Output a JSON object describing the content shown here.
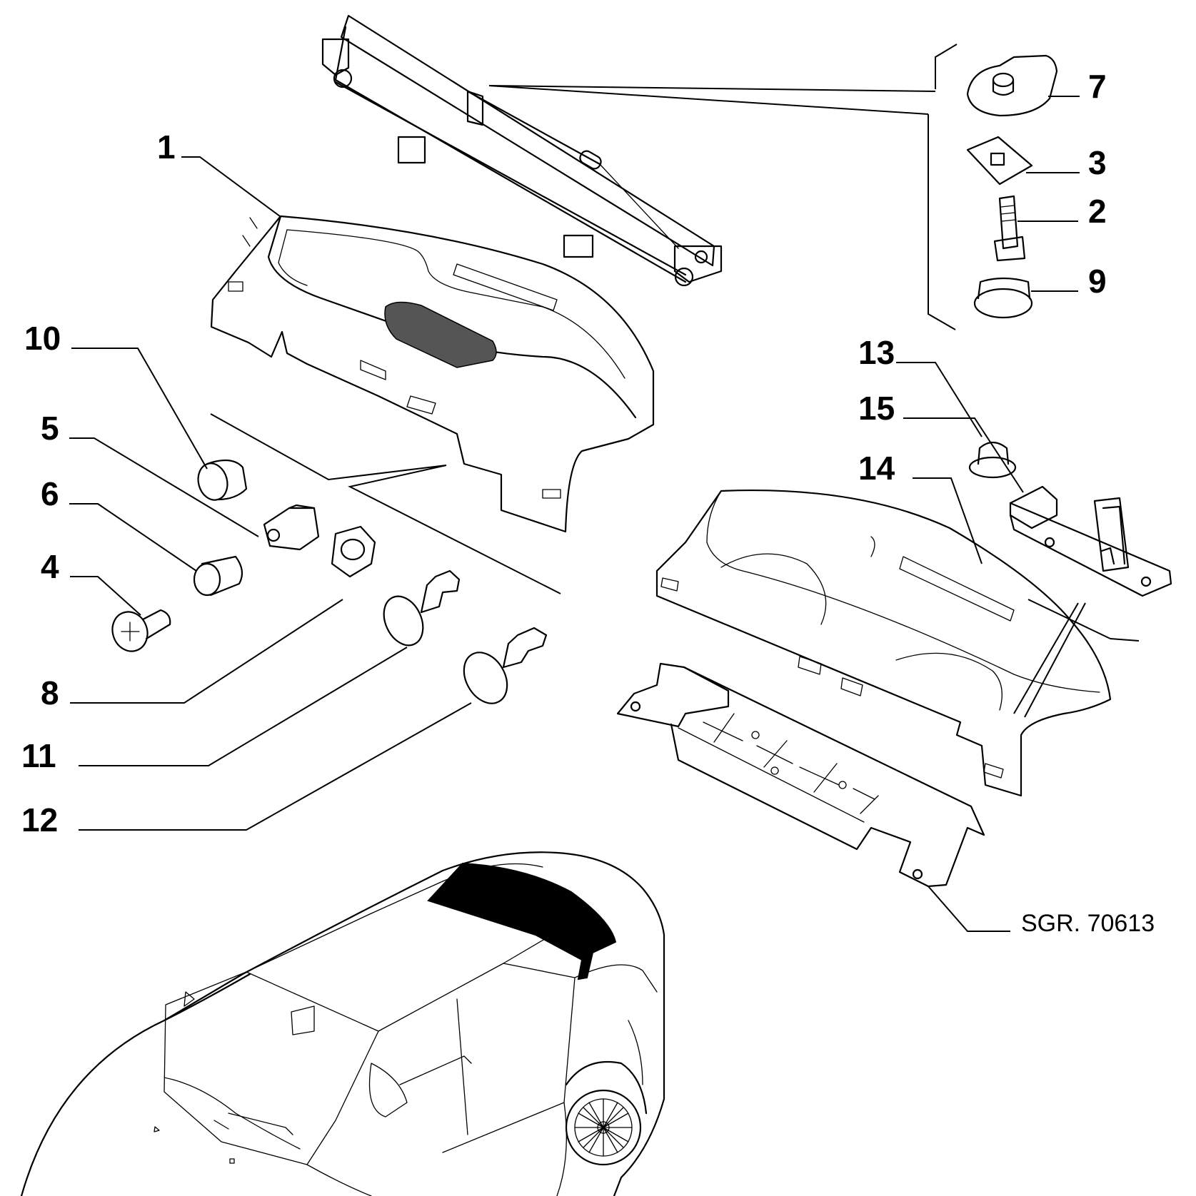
{
  "diagram": {
    "reference_code": "SGR. 70613",
    "callouts": [
      "1",
      "2",
      "3",
      "4",
      "5",
      "6",
      "7",
      "8",
      "9",
      "10",
      "11",
      "12",
      "13",
      "14",
      "15"
    ]
  }
}
